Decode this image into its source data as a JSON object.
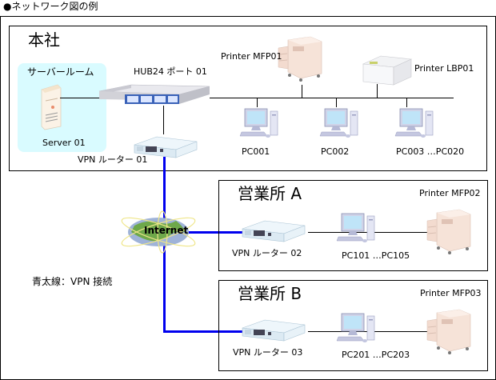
{
  "title": "●ネットワーク図の例",
  "legend": "青太線：VPN 接続",
  "colors": {
    "vpn_line": "#0000ee",
    "server_room_bg": "#d9fbff",
    "line": "#000000"
  },
  "head_office": {
    "label": "本社",
    "server_room": {
      "label": "サーバールーム",
      "server": "Server 01"
    },
    "hub": "HUB24 ポート 01",
    "router": "VPN ルーター 01",
    "printers": [
      "Printer MFP01",
      "Printer LBP01"
    ],
    "pcs": [
      "PC001",
      "PC002",
      "PC003 …PC020"
    ]
  },
  "internet": {
    "label": "Internet"
  },
  "branch_a": {
    "label": "営業所 A",
    "router": "VPN ルーター 02",
    "pcs": "PC101 …PC105",
    "printer": "Printer MFP02"
  },
  "branch_b": {
    "label": "営業所 B",
    "router": "VPN ルーター 03",
    "pcs": "PC201 …PC203",
    "printer": "Printer MFP03"
  }
}
